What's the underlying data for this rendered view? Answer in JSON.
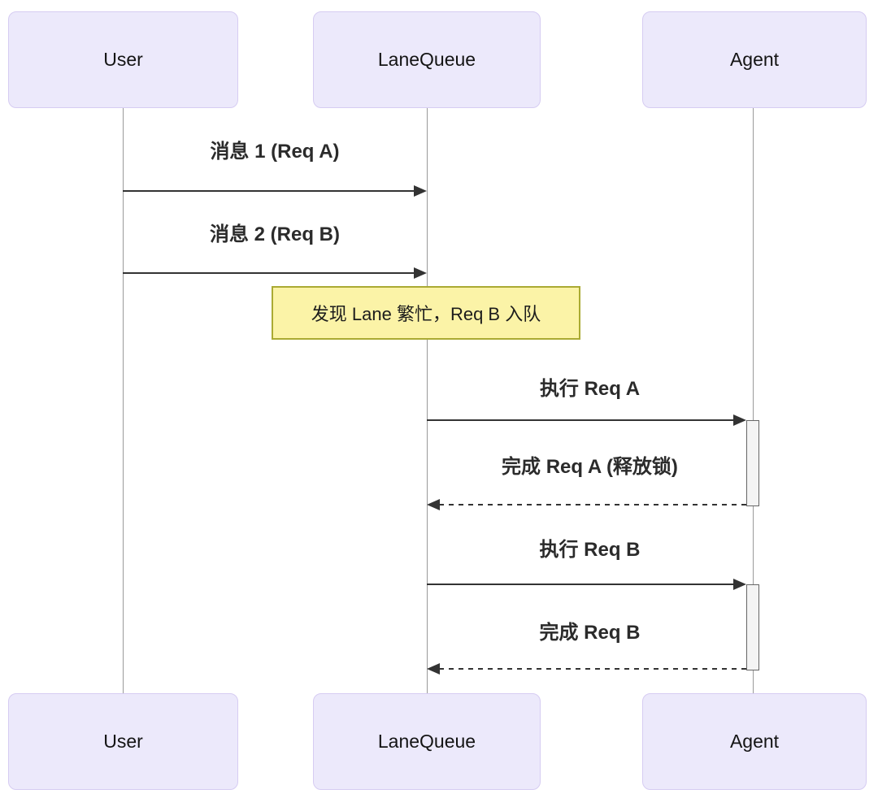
{
  "diagram": {
    "type": "sequence",
    "participants": [
      {
        "id": "user",
        "label": "User"
      },
      {
        "id": "lanequeue",
        "label": "LaneQueue"
      },
      {
        "id": "agent",
        "label": "Agent"
      }
    ],
    "messages": [
      {
        "label": "消息 1 (Req A)",
        "from": "User",
        "to": "LaneQueue",
        "line": "solid"
      },
      {
        "label": "消息 2 (Req B)",
        "from": "User",
        "to": "LaneQueue",
        "line": "solid"
      },
      {
        "label": "执行 Req A",
        "from": "LaneQueue",
        "to": "Agent",
        "line": "solid"
      },
      {
        "label": "完成 Req A (释放锁)",
        "from": "Agent",
        "to": "LaneQueue",
        "line": "dashed"
      },
      {
        "label": "执行 Req B",
        "from": "LaneQueue",
        "to": "Agent",
        "line": "solid"
      },
      {
        "label": "完成 Req B",
        "from": "Agent",
        "to": "LaneQueue",
        "line": "dashed"
      }
    ],
    "note": {
      "text": "发现 Lane 繁忙，Req B 入队",
      "over": "LaneQueue"
    },
    "colors": {
      "participant_fill": "#ECE9FB",
      "participant_border": "#D6CCF2",
      "note_fill": "#FBF3A7",
      "note_border": "#AAAA33",
      "lifeline": "#9A9A9A",
      "arrow": "#333333",
      "activation_fill": "#F4F4F4",
      "activation_border": "#666666",
      "text": "#141414"
    }
  }
}
